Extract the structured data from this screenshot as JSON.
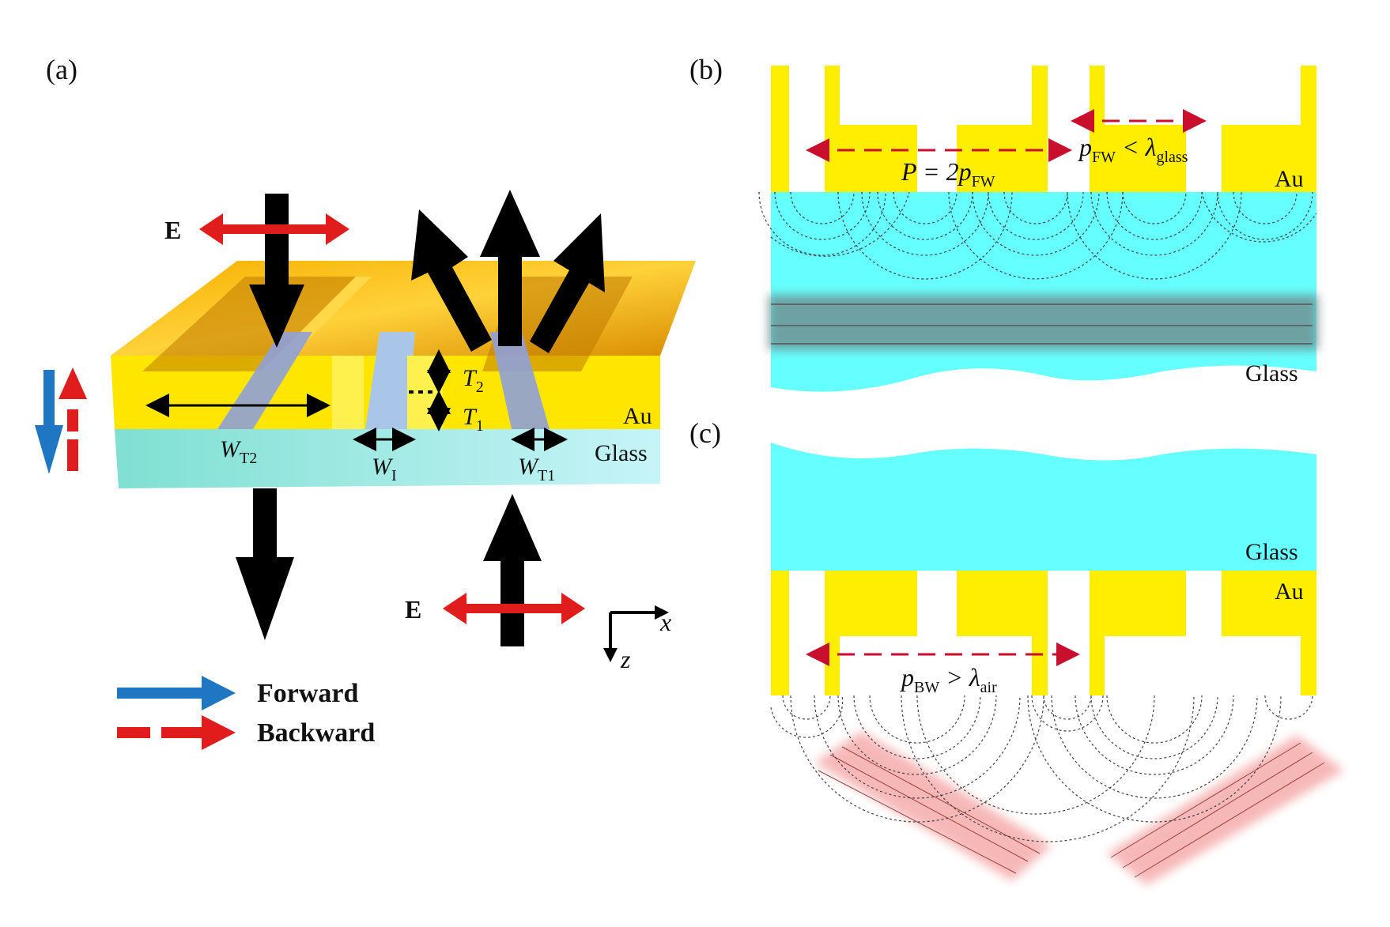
{
  "panels": {
    "a": {
      "label": "(a)",
      "e_top": "E",
      "e_bottom": "E",
      "t2": "T",
      "t2_sub": "2",
      "t1": "T",
      "t1_sub": "1",
      "wt2": "W",
      "wt2_sub": "T2",
      "wi": "W",
      "wi_sub": "I",
      "wt1": "W",
      "wt1_sub": "T1",
      "au": "Au",
      "glass": "Glass",
      "axis_x": "x",
      "axis_z": "z"
    },
    "b": {
      "label": "(b)",
      "p_eq": "P = 2p",
      "p_eq_sub": "FW",
      "pfw": "p",
      "pfw_sub": "FW",
      "pfw_rel": " < λ",
      "pfw_rel_sub": "glass",
      "au": "Au",
      "glass": "Glass"
    },
    "c": {
      "label": "(c)",
      "pbw": "p",
      "pbw_sub": "BW",
      "pbw_rel": " > λ",
      "pbw_rel_sub": "air",
      "au": "Au",
      "glass": "Glass"
    }
  },
  "legend": [
    {
      "label": "Forward",
      "color": "#1f77c4",
      "style": "solid"
    },
    {
      "label": "Backward",
      "color": "#e01c1c",
      "style": "dashed"
    }
  ],
  "colors": {
    "gold": "#ffee00",
    "glass": "#66ffff",
    "forward": "#1f77c4",
    "backward": "#e01c1c",
    "arrow": "#000000"
  }
}
